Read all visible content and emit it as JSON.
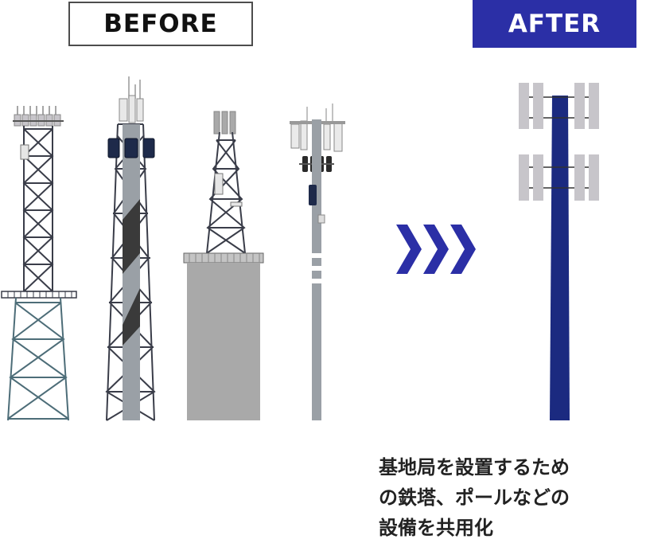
{
  "before_label": "BEFORE",
  "after_label": "AFTER",
  "caption": {
    "lines": [
      "基地局を設置するため",
      "の鉄塔、ポールなどの",
      "設備を共用化"
    ]
  },
  "colors": {
    "after_badge": "#2b2fa6",
    "shared_pole": "#1b2a80",
    "arrows": "#2b2fa6",
    "tower_dark": "#3a3d49",
    "tower_teal": "#4d6d78",
    "pole_gray": "#9aa0a6",
    "building_gray": "#a9a9a9",
    "antenna_gray": "#c7c5ca"
  }
}
